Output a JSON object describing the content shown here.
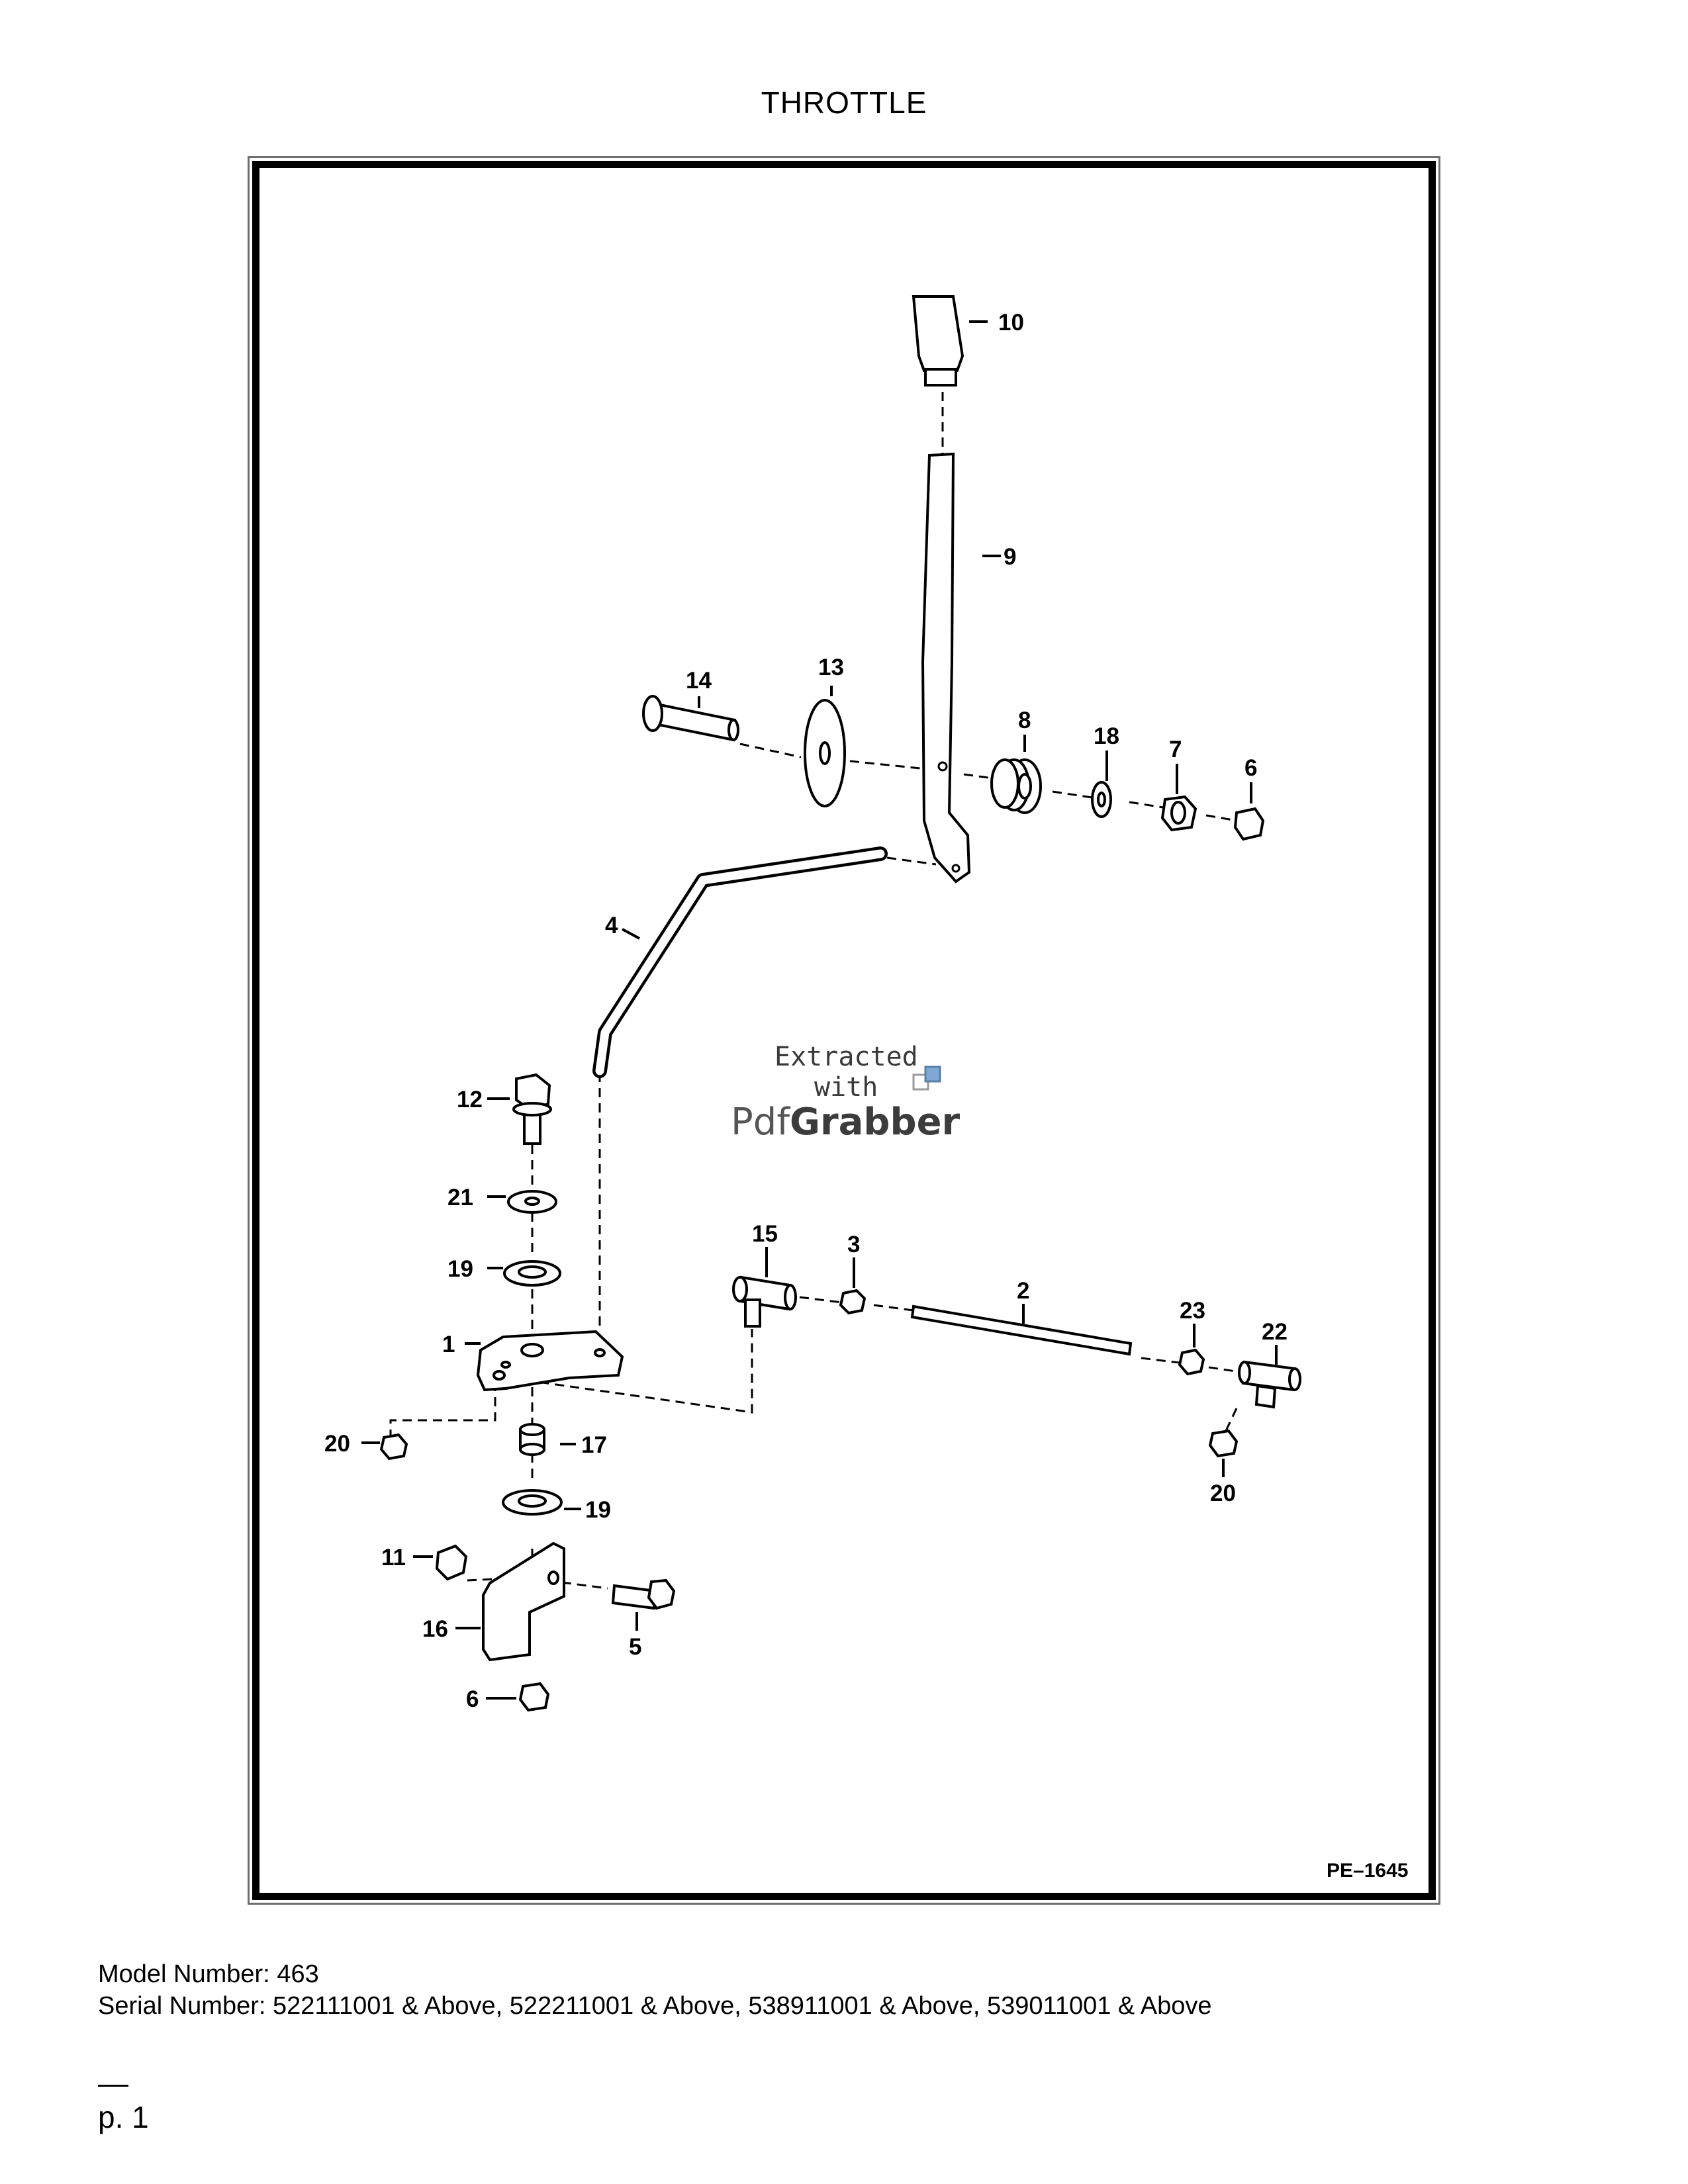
{
  "page": {
    "title": "THROTTLE"
  },
  "diagram": {
    "figure_id": "PE–1645",
    "callouts": {
      "c1": "1",
      "c2": "2",
      "c3": "3",
      "c4": "4",
      "c5": "5",
      "c6a": "6",
      "c6b": "6",
      "c7": "7",
      "c8": "8",
      "c9": "9",
      "c10": "10",
      "c11": "11",
      "c12": "12",
      "c13": "13",
      "c14": "14",
      "c15": "15",
      "c16": "16",
      "c17": "17",
      "c18": "18",
      "c19a": "19",
      "c19b": "19",
      "c20a": "20",
      "c20b": "20",
      "c21": "21",
      "c22": "22",
      "c23": "23"
    }
  },
  "watermark": {
    "line1": "Extracted",
    "line2": "with",
    "brand_part1": "Pdf",
    "brand_part2": "Grabber"
  },
  "footer": {
    "model_number": "Model Number: 463",
    "serial_number": "Serial Number: 522111001 & Above, 522211001 & Above, 538911001 & Above, 539011001 & Above"
  },
  "page_number": "p. 1"
}
